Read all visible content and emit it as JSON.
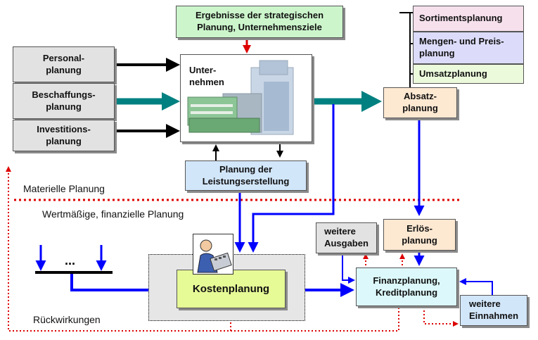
{
  "boxes": {
    "personal": "Personal-\nplanung",
    "beschaffung": "Beschaffungs-\nplanung",
    "investition": "Investitions-\nplanung",
    "strategisch": "Ergebnisse der strategischen\nPlanung, Unternehmensziele",
    "unternehmen": "Unter-\nnehmen",
    "sortiment": "Sortimentsplanung",
    "mengen": "Mengen- und Preis-\nplanung",
    "umsatz": "Umsatzplanung",
    "absatz": "Absatz-\nplanung",
    "leistung": "Planung der\nLeistungserstellung",
    "erloes": "Erlös-\nplanung",
    "ausgaben": "weitere\nAusgaben",
    "kosten": "Kostenplanung",
    "finanz": "Finanzplanung,\nKreditplanung",
    "einnahmen": "weitere\nEinnahmen"
  },
  "labels": {
    "materiell": "Materielle Planung",
    "wertmaessig": "Wertmäßige, finanzielle Planung",
    "rueckwirkungen": "Rückwirkungen",
    "dots": "..."
  },
  "colors": {
    "blue": "#0000ff",
    "teal": "#008080",
    "red": "#dd0000",
    "black": "#000000"
  }
}
